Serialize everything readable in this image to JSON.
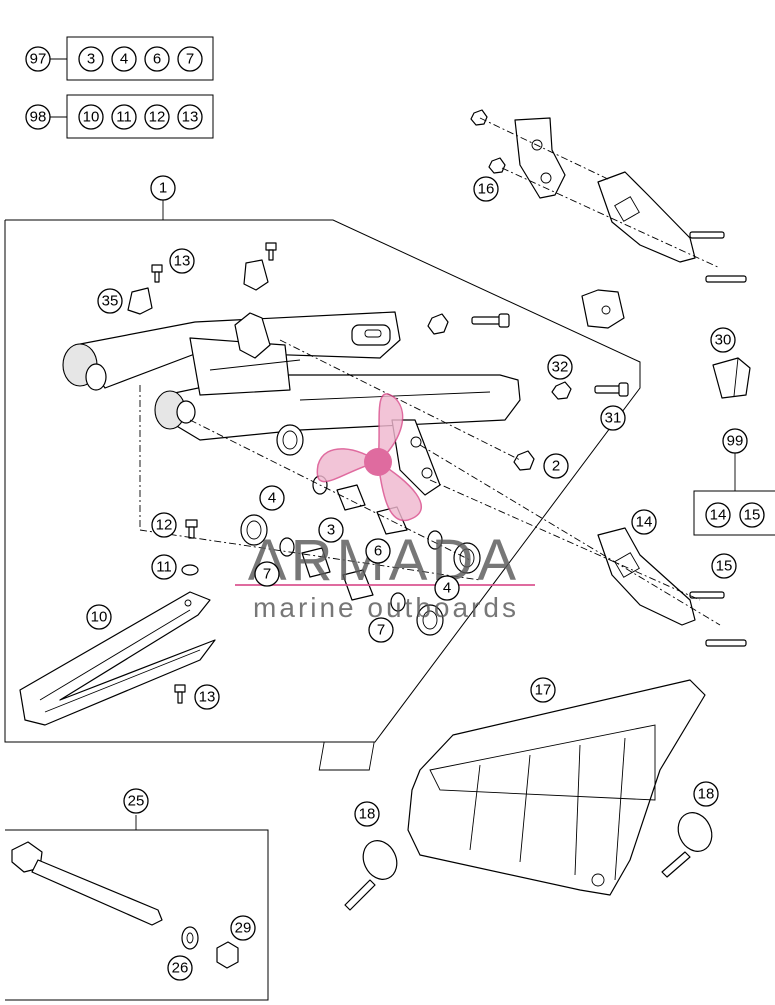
{
  "watermark": {
    "brand": "ARMADA",
    "tagline": "marine outboards",
    "colors": {
      "text": "#5a5a5a",
      "accent": "#d94b8a",
      "accent_light": "#f0b8cf"
    }
  },
  "kits": [
    {
      "label": "97",
      "contents": [
        "3",
        "4",
        "6",
        "7"
      ]
    },
    {
      "label": "98",
      "contents": [
        "10",
        "11",
        "12",
        "13"
      ]
    },
    {
      "label": "99",
      "contents": [
        "14",
        "15"
      ]
    }
  ],
  "callouts": {
    "c1": "1",
    "c2": "2",
    "c3": "3",
    "c4a": "4",
    "c4b": "4",
    "c6": "6",
    "c7a": "7",
    "c7b": "7",
    "c10": "10",
    "c11": "11",
    "c12": "12",
    "c13a": "13",
    "c13b": "13",
    "c14": "14",
    "c15": "15",
    "c16": "16",
    "c17": "17",
    "c18a": "18",
    "c18b": "18",
    "c25": "25",
    "c26": "26",
    "c29": "29",
    "c30": "30",
    "c31": "31",
    "c32": "32",
    "c35": "35"
  }
}
